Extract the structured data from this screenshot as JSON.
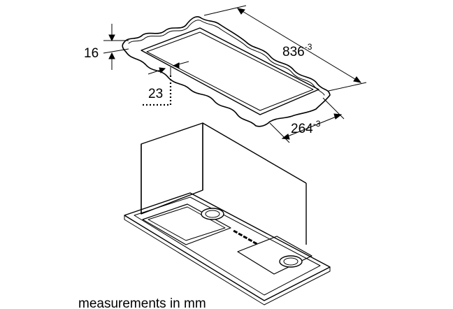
{
  "dimensions": {
    "height_cutout": "16",
    "offset": "23",
    "length_value": "836",
    "length_tolerance": "-3",
    "width_value": "264",
    "width_tolerance": "-3"
  },
  "caption": "measurements in mm"
}
